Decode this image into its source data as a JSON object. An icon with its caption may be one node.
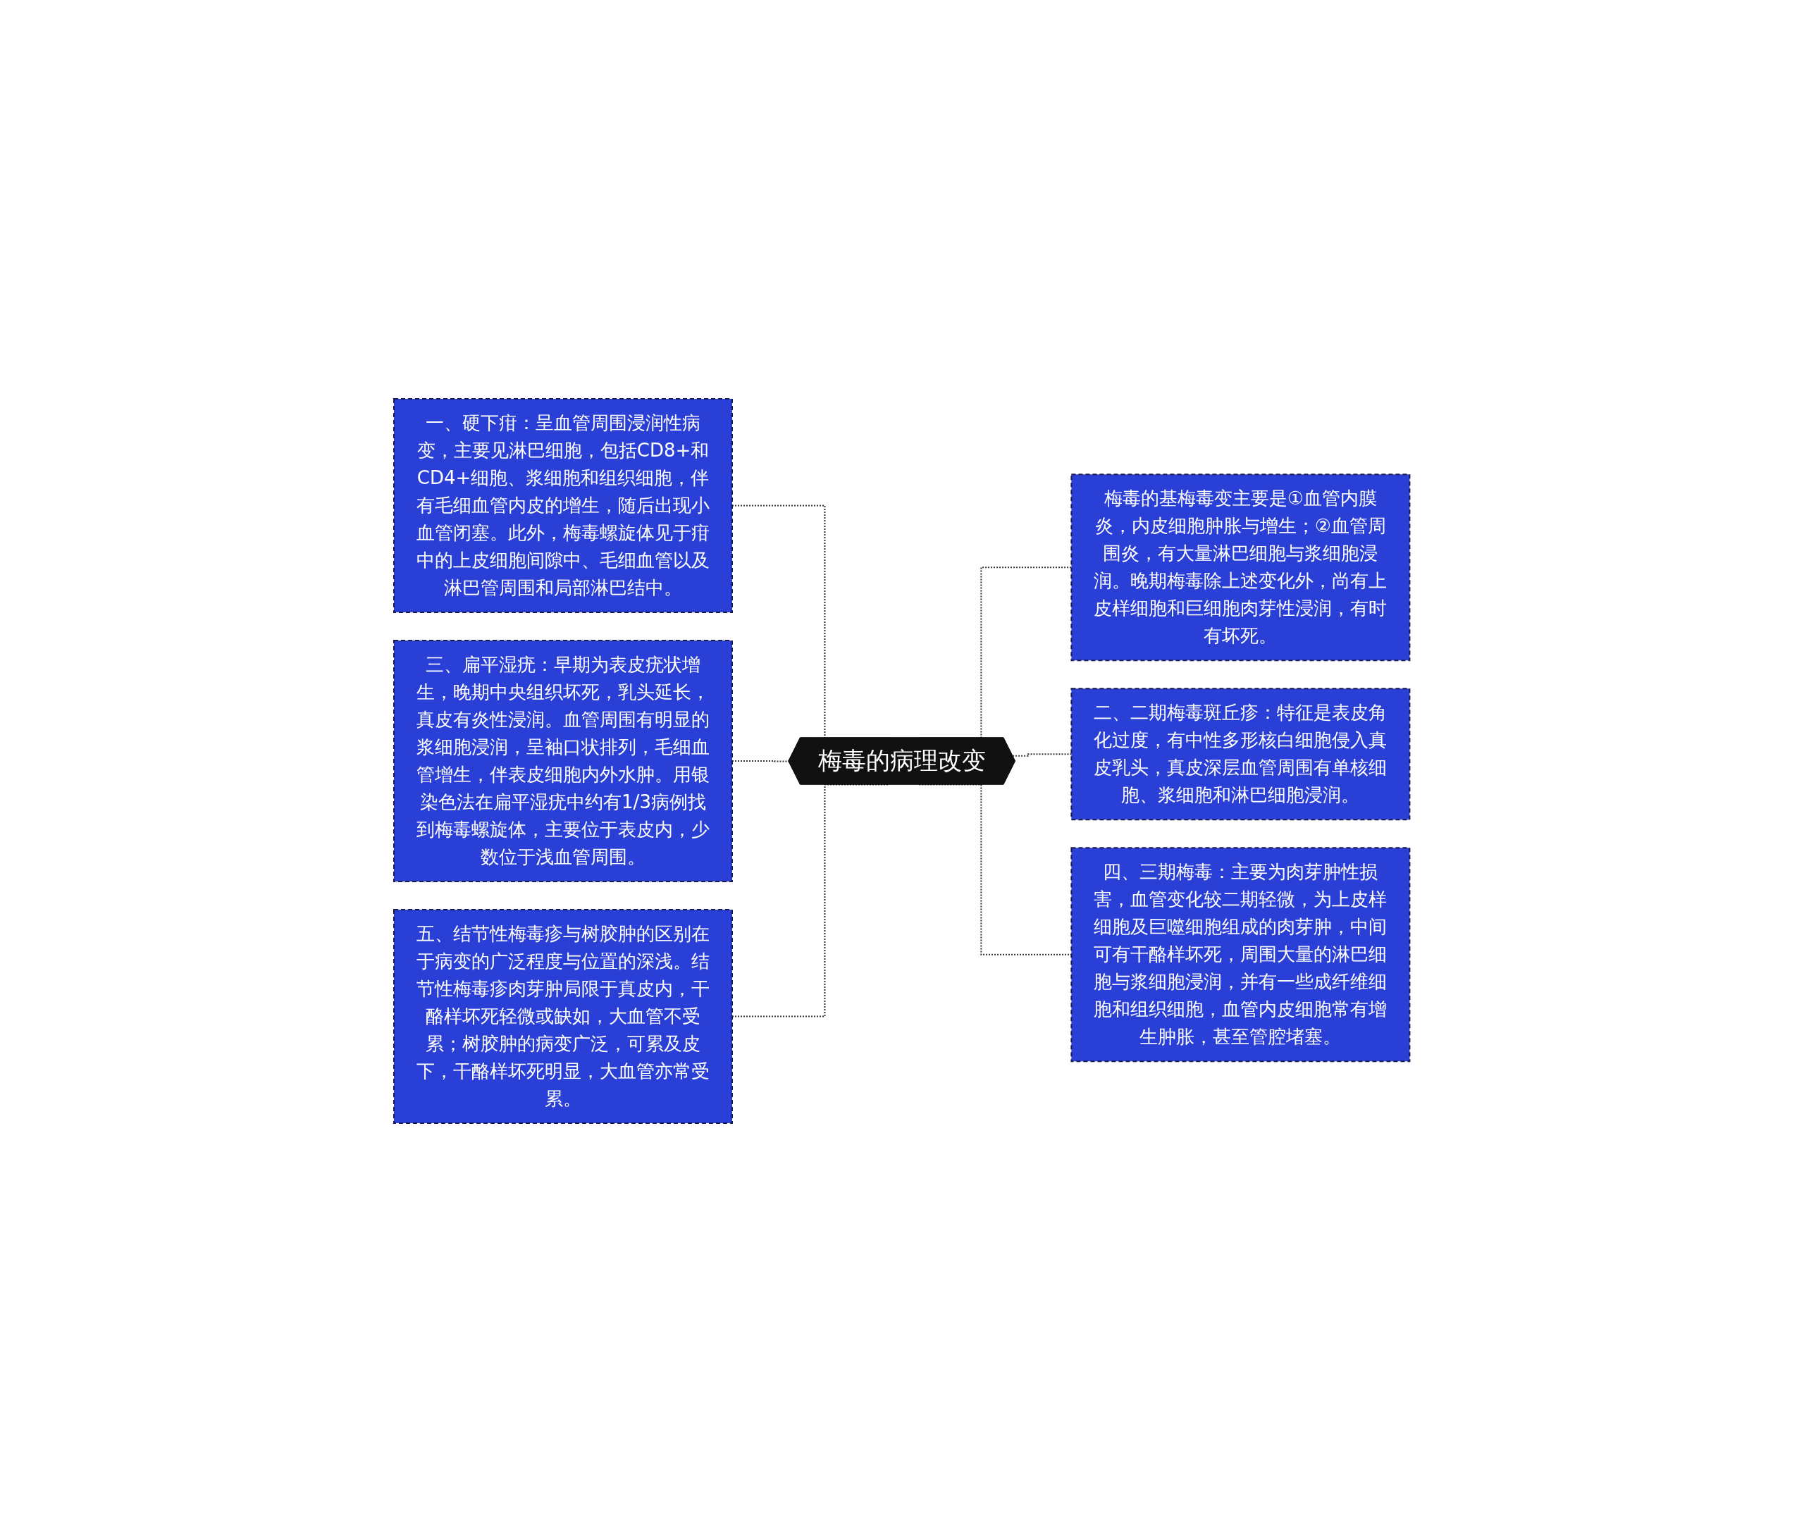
{
  "diagram": {
    "nodes": [
      {
        "text": [
          "梅毒的病理改变"
        ]
      },
      {
        "text": [
          "一、硬下疳：呈血管周围浸润性病变，主要见淋巴细胞，包括CD8+和CD4+细胞、浆细胞和组织细胞，伴有毛细血管内皮的增生，随后出现小血管闭塞。此外，梅毒螺旋体见于疳中的上皮细胞间隙中、毛细血管以及淋巴管周围和局部淋巴结中。"
        ]
      },
      {
        "text": [
          "三、扁平湿疣：早期为表皮疣状增生，晚期中央组织坏死，乳头延长，真皮有炎性浸润。血管周围有明显的浆细胞浸润，呈袖口状排列，毛细血管增生，伴表皮细胞内外水肿。用银染色法在扁平湿疣中约有1/3病例找到梅毒螺旋体，主要位于表皮内，少数位于浅血管周围。"
        ]
      },
      {
        "text": [
          "五、结节性梅毒疹与树胶肿的区别在于病变的广泛程度与位置的深浅。结节性梅毒疹肉芽肿局限于真皮内，干酪样坏死轻微或缺如，大血管不受累；树胶肿的病变广泛，可累及皮下，干酪样坏死明显，大血管亦常受累。"
        ]
      },
      {
        "text": [
          "梅毒的基梅毒变主要是①血管内膜炎，内皮细胞肿胀与增生；②血管周围炎，有大量淋巴细胞与浆细胞浸润。晚期梅毒除上述变化外，尚有上皮样细胞和巨细胞肉芽性浸润，有时有坏死。"
        ]
      },
      {
        "text": [
          "二、二期梅毒斑丘疹：特征是表皮角化过度，有中性多形核白细胞侵入真皮乳头，真皮深层血管周围有单核细胞、浆细胞和淋巴细胞浸润。"
        ]
      },
      {
        "text": [
          "四、三期梅毒：主要为肉芽肿性损害，血管变化较二期轻微，为上皮样细胞及巨噬细胞组成的肉芽肿，中间可有干酪样坏死，周围大量的淋巴细胞与浆细胞浸润，并有一些成纤维细胞和组织细胞，血管内皮细胞常有增生肿胀，甚至管腔堵塞。"
        ]
      }
    ],
    "edges": [
      {
        "from": 0,
        "to": 1,
        "arrow": "none",
        "style": "dashed"
      },
      {
        "from": 0,
        "to": 2,
        "arrow": "none",
        "style": "dashed"
      },
      {
        "from": 0,
        "to": 3,
        "arrow": "none",
        "style": "dashed"
      },
      {
        "from": 0,
        "to": 4,
        "arrow": "none",
        "style": "dashed"
      },
      {
        "from": 0,
        "to": 5,
        "arrow": "none",
        "style": "dashed"
      },
      {
        "from": 0,
        "to": 6,
        "arrow": "none",
        "style": "dashed"
      }
    ]
  }
}
